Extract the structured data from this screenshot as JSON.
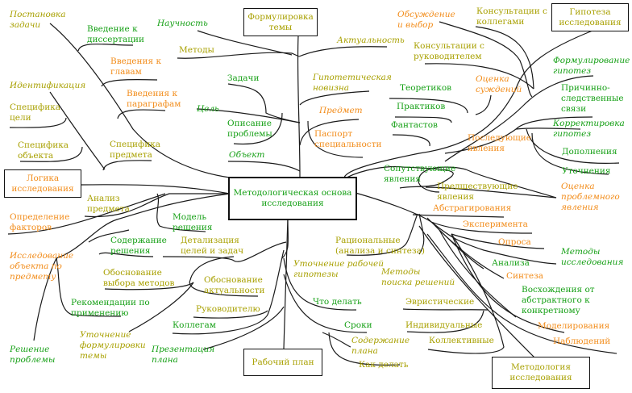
{
  "title": "Методологическая основа исследования",
  "colors": {
    "green": "#16a016",
    "orange": "#f28c1a",
    "olive": "#a8a000",
    "line": "#1a1a1a"
  },
  "boxes": {
    "center": "Методологическая основа\nисследования",
    "formulation": "Формулировка\nтемы",
    "hypothesis": "Гипотеза\nисследования",
    "logic": "Логика\nисследования",
    "work_plan": "Рабочий план",
    "methodology": "Методология\nисследования"
  },
  "topic_branch": {
    "nauchnost": "Научность",
    "metody": "Методы",
    "aktualnost": "Актуальность",
    "zadachi": "Задачи",
    "tsel": "Цель",
    "opisanie": "Описание\nпроблемы",
    "obekt": "Объект",
    "gipot_novizna": "Гипотетическая\nновизна",
    "predmet": "Предмет",
    "pasport": "Паспорт\nспециальности"
  },
  "task_branch": {
    "postanovka": "Постановка\nзадачи",
    "vvedenie_diss": "Введение к\nдиссертации",
    "vvedenie_glav": "Введения к\nглавам",
    "vvedenie_par": "Введения к\nпараграфам",
    "identifikatsiya": "Идентификация",
    "spec_tseli": "Специфика\nцели",
    "spec_obekta": "Специфика\nобъекта",
    "spec_predmeta": "Специфика\nпредмета"
  },
  "hypothesis_branch": {
    "obsuzhdenie": "Обсуждение\nи выбор",
    "konsult_kolleg": "Консультации с\nколлегами",
    "konsult_ruk": "Консультации с\nруководителем",
    "formulirovanie": "Формулирование\nгипотез",
    "otsenka_suzhd": "Оценка\nсуждений",
    "teoretikov": "Теоретиков",
    "praktikov": "Практиков",
    "fantastov": "Фантастов",
    "prichinno": "Причинно-\nследственные\nсвязи",
    "korrektirovka": "Корректировка\nгипотез",
    "posleduyushie": "Последующие\nявления",
    "dopolneniya": "Дополнения",
    "utochneniya": "Уточнения",
    "soputstv": "Сопутствующие\nявления",
    "predshestv": "Предшествующие\nявления",
    "otsenka_probl": "Оценка\nпроблемного\nявления"
  },
  "methods_branch": {
    "abstrag": "Абстрагирования",
    "eksperimenta": "Эксперимента",
    "oprosa": "Опроса",
    "metody_issl": "Методы\nисследования",
    "analiza": "Анализа",
    "sinteza": "Синтеза",
    "voshozhdenie": "Восхождения от\nабстрактного к\nконкретному",
    "modelirovaniya": "Моделирования",
    "nablyudeniy": "Наблюдений",
    "ratsionalnye": "Рациональные\n(анализа и синтеза)",
    "metody_poiska": "Методы\nпоиска решений",
    "evristicheskie": "Эвристические",
    "individualnye": "Индивидуальные",
    "kollektivnye": "Коллективные"
  },
  "plan_branch": {
    "utochnenie_gip": "Уточнение рабочей\nгипотезы",
    "chto_delat": "Что делать",
    "sroki": "Сроки",
    "soderzhanie_plana": "Содержание\nплана",
    "kak_delat": "Как делать",
    "obosn_aktual": "Обоснование\nактуальности",
    "rukovoditelyu": "Руководителю",
    "kollegam": "Коллегам",
    "prezentatsiya": "Презентация\nплана",
    "detalizatsiya": "Детализация\nцелей и задач",
    "utochnenie_temy": "Уточнение\nформулировки\nтемы"
  },
  "logic_branch": {
    "analiz_predmeta": "Анализ\nпредмета",
    "opredelenie": "Определение\nфакторов",
    "model": "Модель\nрешения",
    "issledovanie": "Исследование\nобъекта по\nпредмету",
    "soderzhanie_resh": "Содержание\nрешения",
    "obosn_vybora": "Обоснование\nвыбора методов",
    "rekomendatsii": "Рекомендации по\nприменению",
    "reshenie": "Решение\nпроблемы"
  }
}
